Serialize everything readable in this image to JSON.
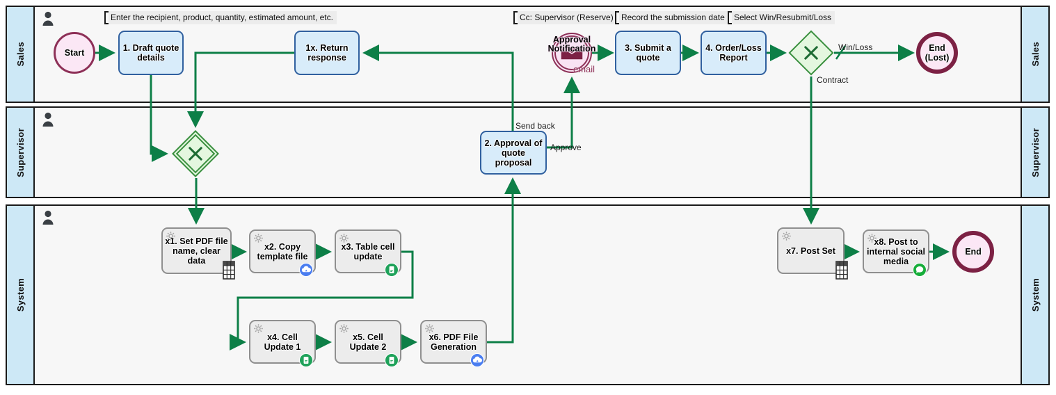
{
  "lanes": [
    {
      "label": "Sales"
    },
    {
      "label": "Supervisor"
    },
    {
      "label": "System"
    }
  ],
  "annotations": {
    "enter_recipient": "Enter the recipient, product, quantity, estimated amount, etc.",
    "cc_supervisor": "Cc: Supervisor (Reserve)",
    "record_date": "Record the submission date",
    "select_result": "Select Win/Resubmit/Loss"
  },
  "nodes": {
    "start": {
      "label": "Start"
    },
    "task1": {
      "label": "1. Draft quote details"
    },
    "task1x": {
      "label": "1x. Return response"
    },
    "msg_event": {
      "label": "Approval Notification",
      "sub_label": "email"
    },
    "task3": {
      "label": "3. Submit a quote"
    },
    "task4": {
      "label": "4. Order/Loss Report"
    },
    "end_lost": {
      "label": "End (Lost)"
    },
    "task2": {
      "label": "2. Approval of quote proposal"
    },
    "x1": {
      "label": "x1. Set PDF file name, clear data"
    },
    "x2": {
      "label": "x2. Copy template file"
    },
    "x3": {
      "label": "x3. Table cell update"
    },
    "x4": {
      "label": "x4. Cell Update 1"
    },
    "x5": {
      "label": "x5. Cell Update 2"
    },
    "x6": {
      "label": "x6. PDF File Generation"
    },
    "x7": {
      "label": "x7. Post Set"
    },
    "x8": {
      "label": "x8. Post to internal social media"
    },
    "end_system": {
      "label": "End"
    }
  },
  "edge_labels": {
    "send_back": "Send back",
    "approve": "Approve",
    "win_loss": "Win/Loss",
    "contract": "Contract"
  },
  "colors": {
    "flow_green": "#0d7f47",
    "task_blue_fill": "#d8ecfa",
    "task_blue_border": "#30609f",
    "task_gray_fill": "#ececec",
    "gateway_fill": "#e4f7df",
    "gateway_border": "#3a8f3f",
    "event_pink_fill": "#fbe7f5",
    "event_maroon": "#7c2144",
    "lane_band_blue": "#cde8f6"
  }
}
